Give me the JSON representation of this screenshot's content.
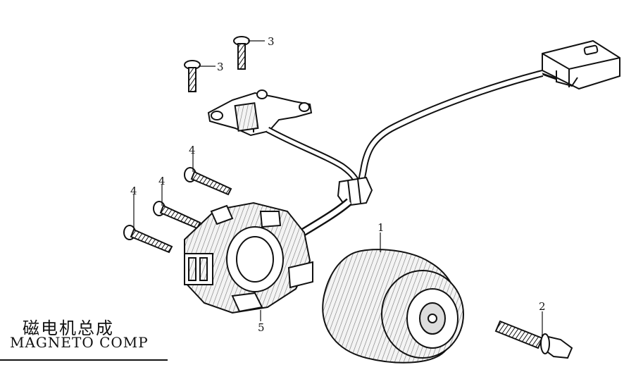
{
  "title": {
    "chinese": "磁电机总成",
    "english": "MAGNETO  COMP"
  },
  "callouts": [
    {
      "id": "c1",
      "label": "1",
      "part": "rotor-flywheel"
    },
    {
      "id": "c2",
      "label": "2",
      "part": "flange-bolt"
    },
    {
      "id": "c3a",
      "label": "3",
      "part": "pickup-screw"
    },
    {
      "id": "c3b",
      "label": "3",
      "part": "pickup-screw"
    },
    {
      "id": "c4a",
      "label": "4",
      "part": "stator-bolt"
    },
    {
      "id": "c4b",
      "label": "4",
      "part": "stator-bolt"
    },
    {
      "id": "c4c",
      "label": "4",
      "part": "stator-bolt"
    },
    {
      "id": "c5",
      "label": "5",
      "part": "stator-assembly"
    }
  ]
}
